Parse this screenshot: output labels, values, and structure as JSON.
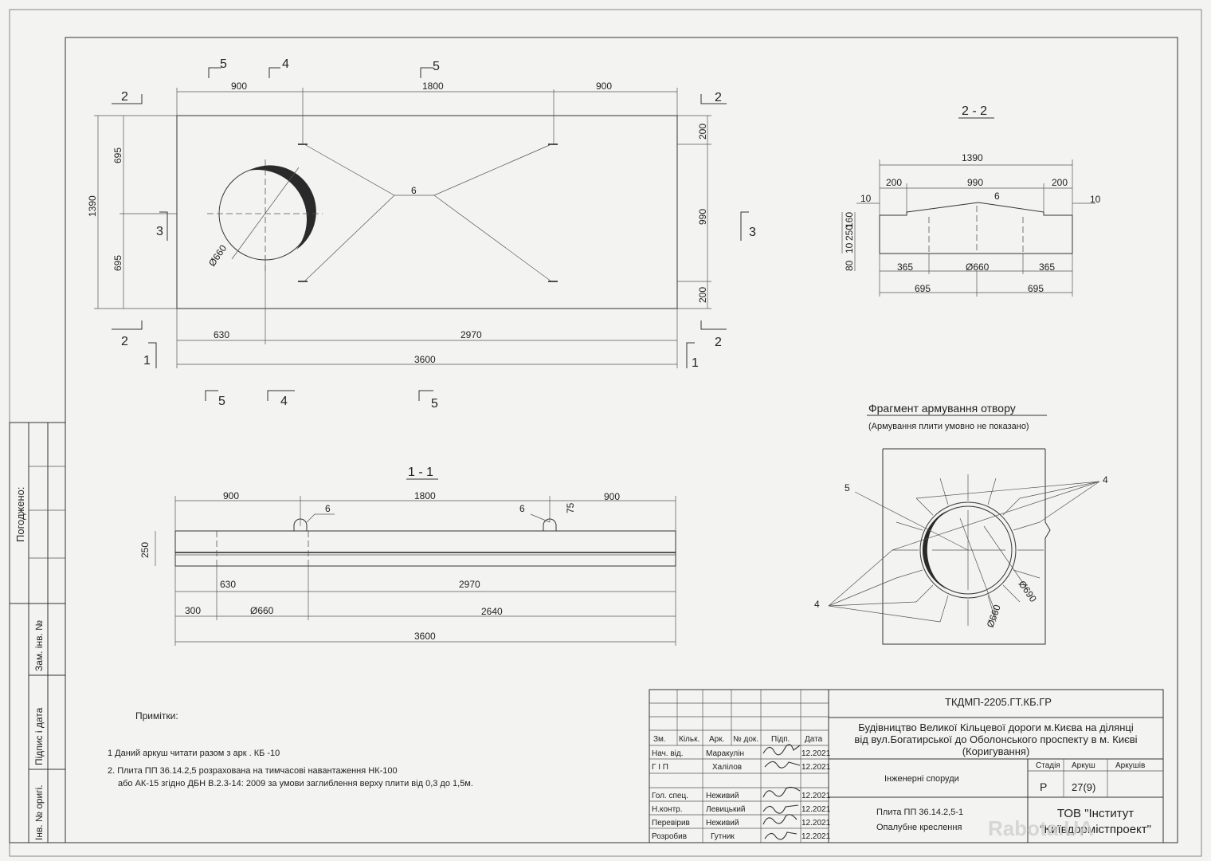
{
  "plan": {
    "dims_top": [
      "900",
      "1800",
      "900"
    ],
    "dims_left": [
      "695",
      "695",
      "1390"
    ],
    "dims_right": [
      "200",
      "990",
      "200"
    ],
    "dims_bottom": [
      "630",
      "2970",
      "3600"
    ],
    "hole_dia": "Ø660",
    "rib_mark": "6",
    "section_marks": {
      "s5": "5",
      "s4": "4",
      "s2": "2",
      "s3": "3",
      "s1": "1"
    }
  },
  "section11": {
    "title": "1 - 1",
    "dims": [
      "900",
      "1800",
      "900",
      "630",
      "2970",
      "300",
      "Ø660",
      "2640",
      "3600",
      "250",
      "75"
    ],
    "mark_a": "6",
    "mark_b": "6"
  },
  "section22": {
    "title": "2 - 2",
    "dims": [
      "1390",
      "200",
      "990",
      "200",
      "10",
      "10",
      "6",
      "250",
      "10",
      "160",
      "80",
      "365",
      "Ø660",
      "365",
      "695",
      "695"
    ]
  },
  "fragment": {
    "title": "Фрагмент армування отвору",
    "subtitle": "(Армування плити умовно не показано)",
    "marks": [
      "5",
      "4",
      "4",
      "Ø690",
      "Ø660"
    ]
  },
  "notes": {
    "header": "Примітки:",
    "line1": "1  Даний аркуш читати  разом з арк . КБ -10",
    "line2": "2. Плита ПП 36.14.2,5 розрахована на тимчасові навантаження   НК-100",
    "line3": "або АК-15 згідно ДБН В.2.3-14: 2009 за умови заглиблення верху плити від 0,3 до 1,5м."
  },
  "side_stamp": {
    "agreed": "Погоджено:",
    "cols": [
      "Інв. № оригі.",
      "Підпис і дата",
      "Зам. інв. №"
    ]
  },
  "title_block": {
    "code": "ТКДМП-2205.ГТ.КБ.ГР",
    "project": [
      "Будівництво Великої Кільцевої дороги м.Києва на ділянці",
      "від вул.Богатирської до Оболонського проспекту в м. Києві",
      "(Коригування)"
    ],
    "section": "Інженерні споруди",
    "sheet_name": [
      "Плита ПП 36.14.2,5-1",
      "Опалубне креслення"
    ],
    "org": [
      "ТОВ \"Інститут",
      "\"Київдормістпроект\""
    ],
    "headers": [
      "Зм.",
      "Кільк.",
      "Арк.",
      "№ док.",
      "Підп.",
      "Дата"
    ],
    "stage_headers": [
      "Стадія",
      "Аркуш",
      "Аркушів"
    ],
    "stage": "Р",
    "sheet_no": "27(9)",
    "staff": [
      {
        "role": "Нач. від.",
        "name": "Маракулін",
        "date": "12.2021"
      },
      {
        "role": "Г І П",
        "name": "Халілов",
        "date": "12.2021"
      },
      {
        "role": "",
        "name": "",
        "date": ""
      },
      {
        "role": "Гол. спец.",
        "name": "Неживий",
        "date": "12.2021"
      },
      {
        "role": "Н.контр.",
        "name": "Левицький",
        "date": "12.2021"
      },
      {
        "role": "Перевірив",
        "name": "Неживий",
        "date": "12.2021"
      },
      {
        "role": "Розробив",
        "name": "Гутник",
        "date": "12.2021"
      }
    ]
  },
  "watermark": "Rabota.UA"
}
